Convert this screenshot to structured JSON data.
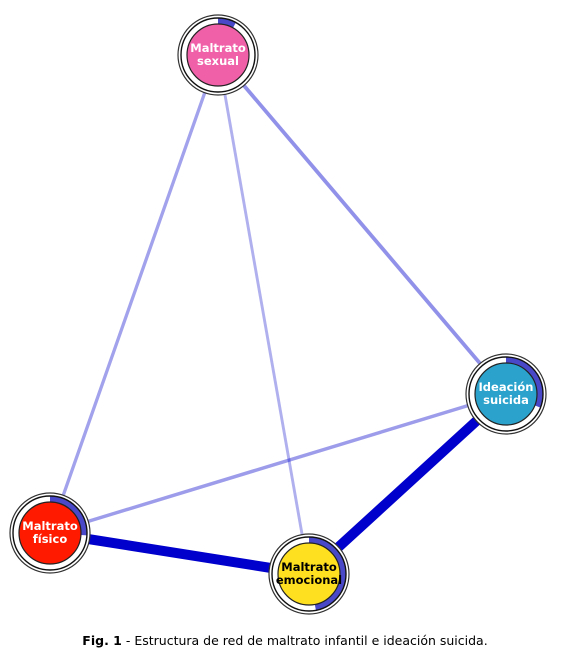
{
  "figure": {
    "caption_label": "Fig. 1",
    "caption_text": " - Estructura de red de maltrato infantil e ideación suicida."
  },
  "colors": {
    "edge": "#0000cc",
    "pie": "#4848c8",
    "ring": "#111111"
  },
  "nodes": [
    {
      "id": "sexual",
      "line1": "Maltrato",
      "line2": "sexual",
      "fill": "#f060a8",
      "text_color": "#ffffff",
      "pie_fraction": 0.08
    },
    {
      "id": "ideacion",
      "line1": "Ideación",
      "line2": "suicida",
      "fill": "#2aa2cc",
      "text_color": "#ffffff",
      "pie_fraction": 0.31
    },
    {
      "id": "fisico",
      "line1": "Maltrato",
      "line2": "físico",
      "fill": "#ff1a00",
      "text_color": "#ffffff",
      "pie_fraction": 0.26
    },
    {
      "id": "emocional",
      "line1": "Maltrato",
      "line2": "emocional",
      "fill": "#ffe020",
      "text_color": "#000000",
      "pie_fraction": 0.47
    }
  ],
  "edges": [
    {
      "from": "fisico",
      "to": "emocional",
      "strength": 1.0
    },
    {
      "from": "emocional",
      "to": "ideacion",
      "strength": 1.0
    },
    {
      "from": "sexual",
      "to": "ideacion",
      "strength": 0.3
    },
    {
      "from": "sexual",
      "to": "fisico",
      "strength": 0.22
    },
    {
      "from": "sexual",
      "to": "emocional",
      "strength": 0.15
    },
    {
      "from": "fisico",
      "to": "ideacion",
      "strength": 0.25
    }
  ]
}
